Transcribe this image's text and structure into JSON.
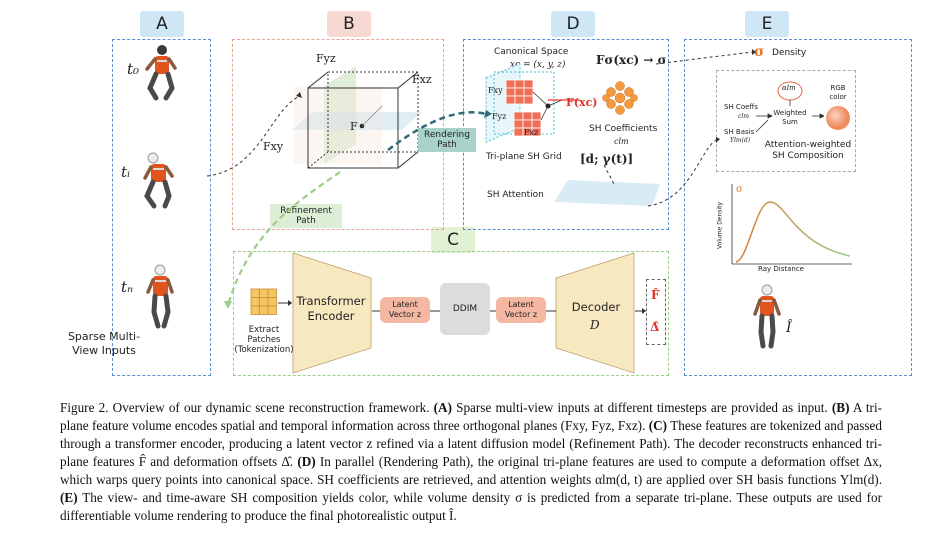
{
  "panels": {
    "a": "A",
    "b": "B",
    "c": "C",
    "d": "D",
    "e": "E"
  },
  "panel_a": {
    "t0": "t₀",
    "ti": "tᵢ",
    "tn": "tₙ",
    "inputs_label": "Sparse Multi-\nView Inputs"
  },
  "panel_b": {
    "fyz": "Fyz",
    "fxz": "Fxz",
    "fxy": "Fxy",
    "f_center": "F",
    "refinement_path": "Refinement\nPath",
    "rendering_path": "Rendering\nPath"
  },
  "panel_c": {
    "extract_patches": "Extract\nPatches\n(Tokenization)",
    "transformer": "Transformer\nEncoder",
    "latent_left": "Latent\nVector z",
    "ddim": "DDIM",
    "latent_right": "Latent\nVector z",
    "decoder": "Decoder",
    "decoder_sym": "D",
    "out_f": "F̂",
    "out_delta": "Δ̂"
  },
  "panel_d": {
    "canonical_space": "Canonical Space",
    "xc_eq": "xc = (x, y, z)",
    "sigma_eq": "Fσ(xc) → σ",
    "fxc": "F(xc)",
    "fxy": "Fxy",
    "fyz": "Fyz",
    "fxz": "Fxz",
    "triplane_grid": "Tri-plane SH Grid",
    "sh_coeffs": "SH Coefficients",
    "clm": "clm",
    "d_gamma": "[d; γ(t)]",
    "sh_attention": "SH Attention"
  },
  "panel_e": {
    "sigma": "σ",
    "density": "Density",
    "rgb_color": "RGB\ncolor",
    "alpha_lm": "αlm",
    "sh_coeffs": "SH Coeffs",
    "clm": "clm",
    "weighted_sum": "Weighted\nSum",
    "sh_basis": "SH Basis",
    "ylm": "Ylm(d)",
    "attention_comp": "Attention-weighted\nSH Composition",
    "y_axis": "Volume Density",
    "x_axis": "Ray Distance",
    "curve_sigma": "σ",
    "output": "Î"
  },
  "colors": {
    "panel_label_bg": "#cfe7f5",
    "panel_label_b": "#f6d9d2",
    "panel_label_c": "#e2f0d4",
    "box_blue": "#5b8fd1",
    "box_red": "#e8a598",
    "box_green": "#9ccc86",
    "salmon": "#f3b7a2",
    "trapezoid": "#f8e8c0",
    "curve": "#e07a35"
  },
  "caption": {
    "fig": "Figure 2.",
    "s0": " Overview of our dynamic scene reconstruction framework. ",
    "a_label": "(A)",
    "s1": " Sparse multi-view inputs at different timesteps are provided as input. ",
    "b_label": "(B)",
    "s2": " A tri-plane feature volume encodes spatial and temporal information across three orthogonal planes (Fxy, Fyz, Fxz). ",
    "c_label": "(C)",
    "s3": " These features are tokenized and passed through a transformer encoder, producing a latent vector z refined via a latent diffusion model (Refinement Path). The decoder reconstructs enhanced tri-plane features F̂ and deformation offsets Δ̂. ",
    "d_label": "(D)",
    "s4": " In parallel (Rendering Path), the original tri-plane features are used to compute a deformation offset Δx, which warps query points into canonical space. SH coefficients are retrieved, and attention weights αlm(d, t) are applied over SH basis functions Ylm(d). ",
    "e_label": "(E)",
    "s5": " The view- and time-aware SH composition yields color, while volume density σ is predicted from a separate tri-plane. These outputs are used for differentiable volume rendering to produce the final photorealistic output Î."
  }
}
